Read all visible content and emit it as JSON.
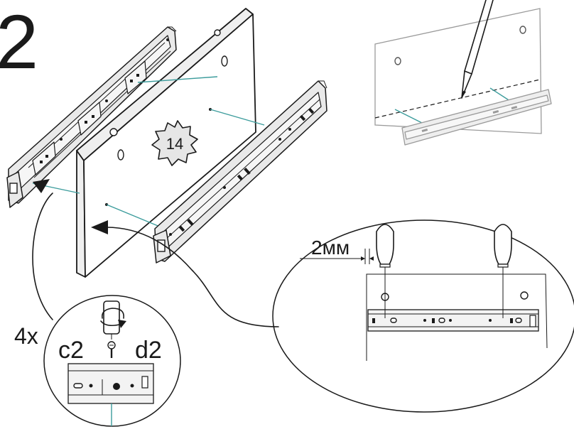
{
  "step_number": "2",
  "part_badge": "14",
  "detail_right": {
    "gap_label": "2мм"
  },
  "detail_left": {
    "quantity": "4x",
    "part_c": "c2",
    "part_d": "d2"
  },
  "colors": {
    "line": "#1a1a1a",
    "guide": "#3c9c9c",
    "badge_fill": "#e6e6e6",
    "faded": "#9a9a9a"
  },
  "icons": [
    "pencil-icon",
    "screwdriver-icon",
    "rotate-arrow-icon",
    "screw-icon"
  ]
}
